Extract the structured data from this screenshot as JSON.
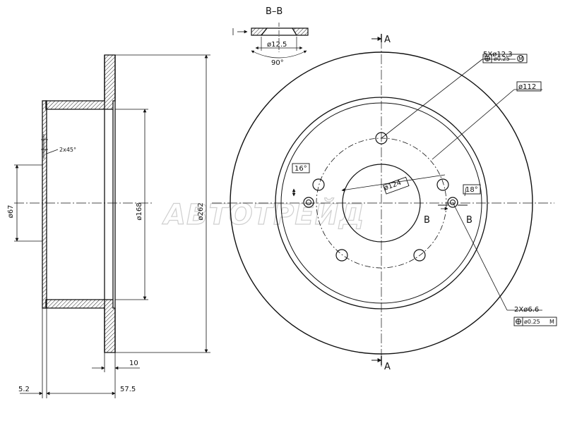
{
  "section_title": "B–B",
  "side_view": {
    "dim_chamfer": "2x45°",
    "dim_bore": "ø67",
    "dim_hat": "ø168",
    "dim_outer": "ø262",
    "dim_thickness": "10",
    "dim_offset_left": "5.2",
    "dim_height": "57.5"
  },
  "section_view": {
    "dim_hole": "ø12.5",
    "dim_angle": "90°"
  },
  "front_view": {
    "label_a_top": "A",
    "label_a_bottom": "A",
    "label_b_left": "B",
    "label_b_right": "B",
    "bolt_holes": "5Xø12.3",
    "bolt_tolerance": "ø0.25",
    "bolt_tolerance_mod": "M",
    "pcd": "ø112",
    "center_bore": "ø124",
    "angle_left": "16°",
    "angle_right": "18°",
    "locator_holes": "2Xø6.6",
    "locator_tolerance": "ø0.25",
    "locator_tolerance_mod": "M"
  },
  "watermark": "АВТОТРЕЙД"
}
